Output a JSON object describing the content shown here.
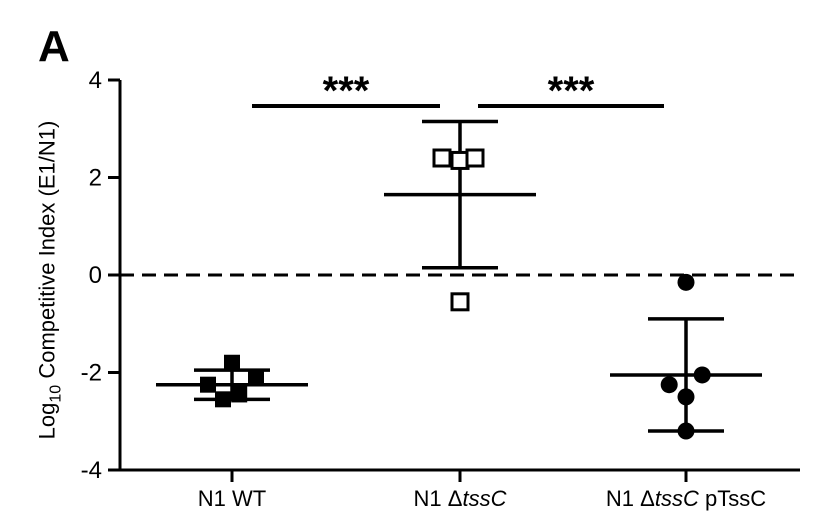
{
  "chart_data": {
    "type": "scatter",
    "panel_label": "A",
    "ylabel": {
      "prefix": "Log",
      "sub": "10",
      "rest": " Competitive Index (E1/N1)"
    },
    "ylim": [
      -4,
      4
    ],
    "yticks": [
      -4,
      -2,
      0,
      2,
      4
    ],
    "ytick_labels": [
      "-4",
      "-2",
      "0",
      "2",
      "4"
    ],
    "reference_line_y": 0,
    "categories": [
      {
        "label_parts": [
          {
            "text": "N1 WT",
            "italic": false
          }
        ]
      },
      {
        "label_parts": [
          {
            "text": "N1 Δ",
            "italic": false
          },
          {
            "text": "tssC",
            "italic": true
          }
        ]
      },
      {
        "label_parts": [
          {
            "text": "N1 Δ",
            "italic": false
          },
          {
            "text": "tssC",
            "italic": true
          },
          {
            "text": " pTssC",
            "italic": false
          }
        ]
      }
    ],
    "series": [
      {
        "marker": "filled-square",
        "points": [
          [
            -0.4,
            -2.25
          ],
          [
            -0.15,
            -2.55
          ],
          [
            0.0,
            -1.8
          ],
          [
            0.12,
            -2.45
          ],
          [
            0.4,
            -2.1
          ]
        ],
        "mean": -2.25,
        "sd_upper": -1.95,
        "sd_lower": -2.55
      },
      {
        "marker": "open-square",
        "points": [
          [
            -0.3,
            2.4
          ],
          [
            0.0,
            2.35
          ],
          [
            0.25,
            2.4
          ],
          [
            0.0,
            -0.55
          ]
        ],
        "mean": 1.65,
        "sd_upper": 3.15,
        "sd_lower": 0.15
      },
      {
        "marker": "filled-circle",
        "points": [
          [
            0.0,
            -0.15
          ],
          [
            -0.28,
            -2.25
          ],
          [
            0.27,
            -2.05
          ],
          [
            0.0,
            -2.5
          ],
          [
            0.0,
            -3.2
          ]
        ],
        "mean": -2.05,
        "sd_upper": -0.9,
        "sd_lower": -3.2
      }
    ],
    "significance": [
      {
        "from": 0,
        "to": 1,
        "label": "***"
      },
      {
        "from": 1,
        "to": 2,
        "label": "***"
      }
    ],
    "color": "#000000"
  }
}
